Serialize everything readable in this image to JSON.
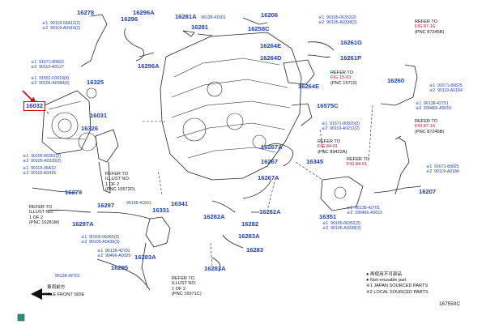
{
  "diagram": {
    "part_numbers": [
      "16278",
      "16296",
      "16296A",
      "16281A",
      "96138-41501",
      "16281",
      "16206",
      "16258C",
      "16264E",
      "16261G",
      "16264D",
      "16261P",
      "16264E",
      "16325",
      "16032",
      "16031",
      "16326",
      "16279",
      "16297",
      "96138-41501",
      "16341",
      "16331",
      "16297A",
      "16283A",
      "16283",
      "16295",
      "96138-42701",
      "16283A",
      "16260",
      "16575C",
      "16267A",
      "16267",
      "16345",
      "16267A",
      "16282A",
      "16282",
      "16282A",
      "16351",
      "16207"
    ],
    "highlighted_part": "16032",
    "sub_parts": [
      "※1  90119-06A12(2)\n※2  90119-A0410(2)",
      "※1  91671-80820\n※2  90119-A0127",
      "※1  91552-F0610(4)\n※2  90105-A0384(4)",
      "※1  90105-06352(2)\n※2  90105-A0330(2)",
      "※1  90119-06A12\n※2  90119-A0416",
      "※1  90105-06352(2)\n※2  90105-A0338(2)",
      "※1  91671-80825\n※2  90119-A0184",
      "※1  96138-42701\n※2  290466-A0015",
      "※1  91671-80820(2)\n※2  90119-A0211(2)",
      "※1  91671-80825\n※2  90119-A0184",
      "※1  90105-06365(3)\n※2  90105-A0439(3)",
      "※1  96138-42701\n※2  90466-A0029",
      "※1  96138-42701\n※2  290466-A0015",
      "※1  90105-06352(3)\n※2  90105-A0338(3)"
    ],
    "references": [
      {
        "line1": "REFER TO",
        "line2": "FIG 87-16",
        "line3": "(PNC 87245B)"
      },
      {
        "line1": "REFER TO",
        "line2": "FIG 15-03",
        "line3": "(PNC 15710)"
      },
      {
        "line1": "REFER TO",
        "line2": "FIG 87-16",
        "line3": "(PNC 87246B)"
      },
      {
        "line1": "REFER TO",
        "line2": "FIG 84-01",
        "line3": "(PNC 89422A)"
      },
      {
        "line1": "REFER TO",
        "line2": "FIG 84-01",
        "line3": ""
      },
      {
        "line1": "REFER TO",
        "line2": "ILLUST NO.",
        "line3": "1 OF 2",
        "line4": "(PNC 16572D)"
      },
      {
        "line1": "REFER TO",
        "line2": "ILLUST NO.",
        "line3": "1 OF 2",
        "line4": "(PNC 16281M)"
      },
      {
        "line1": "REFER TO",
        "line2": "ILLUST NO.",
        "line3": "1 OF 2",
        "line4": "(PNC 16571C)"
      }
    ],
    "legend": {
      "non_reuse_jp": "● 再使用不可部品",
      "non_reuse_en": "● Non-reusable part",
      "japan_sourced": "※1  JAPAN SOURCED PARTS",
      "local_sourced": "※2  LOCAL SOURCED PARTS"
    },
    "direction_jp": "車両前方",
    "direction_en": "VEHICLE FRONT SIDE",
    "illustration_number": "167550C"
  },
  "colors": {
    "part_number": "#1f3fbf",
    "highlight": "#d40000",
    "line": "#222222",
    "ref_link": "#c8102e"
  }
}
